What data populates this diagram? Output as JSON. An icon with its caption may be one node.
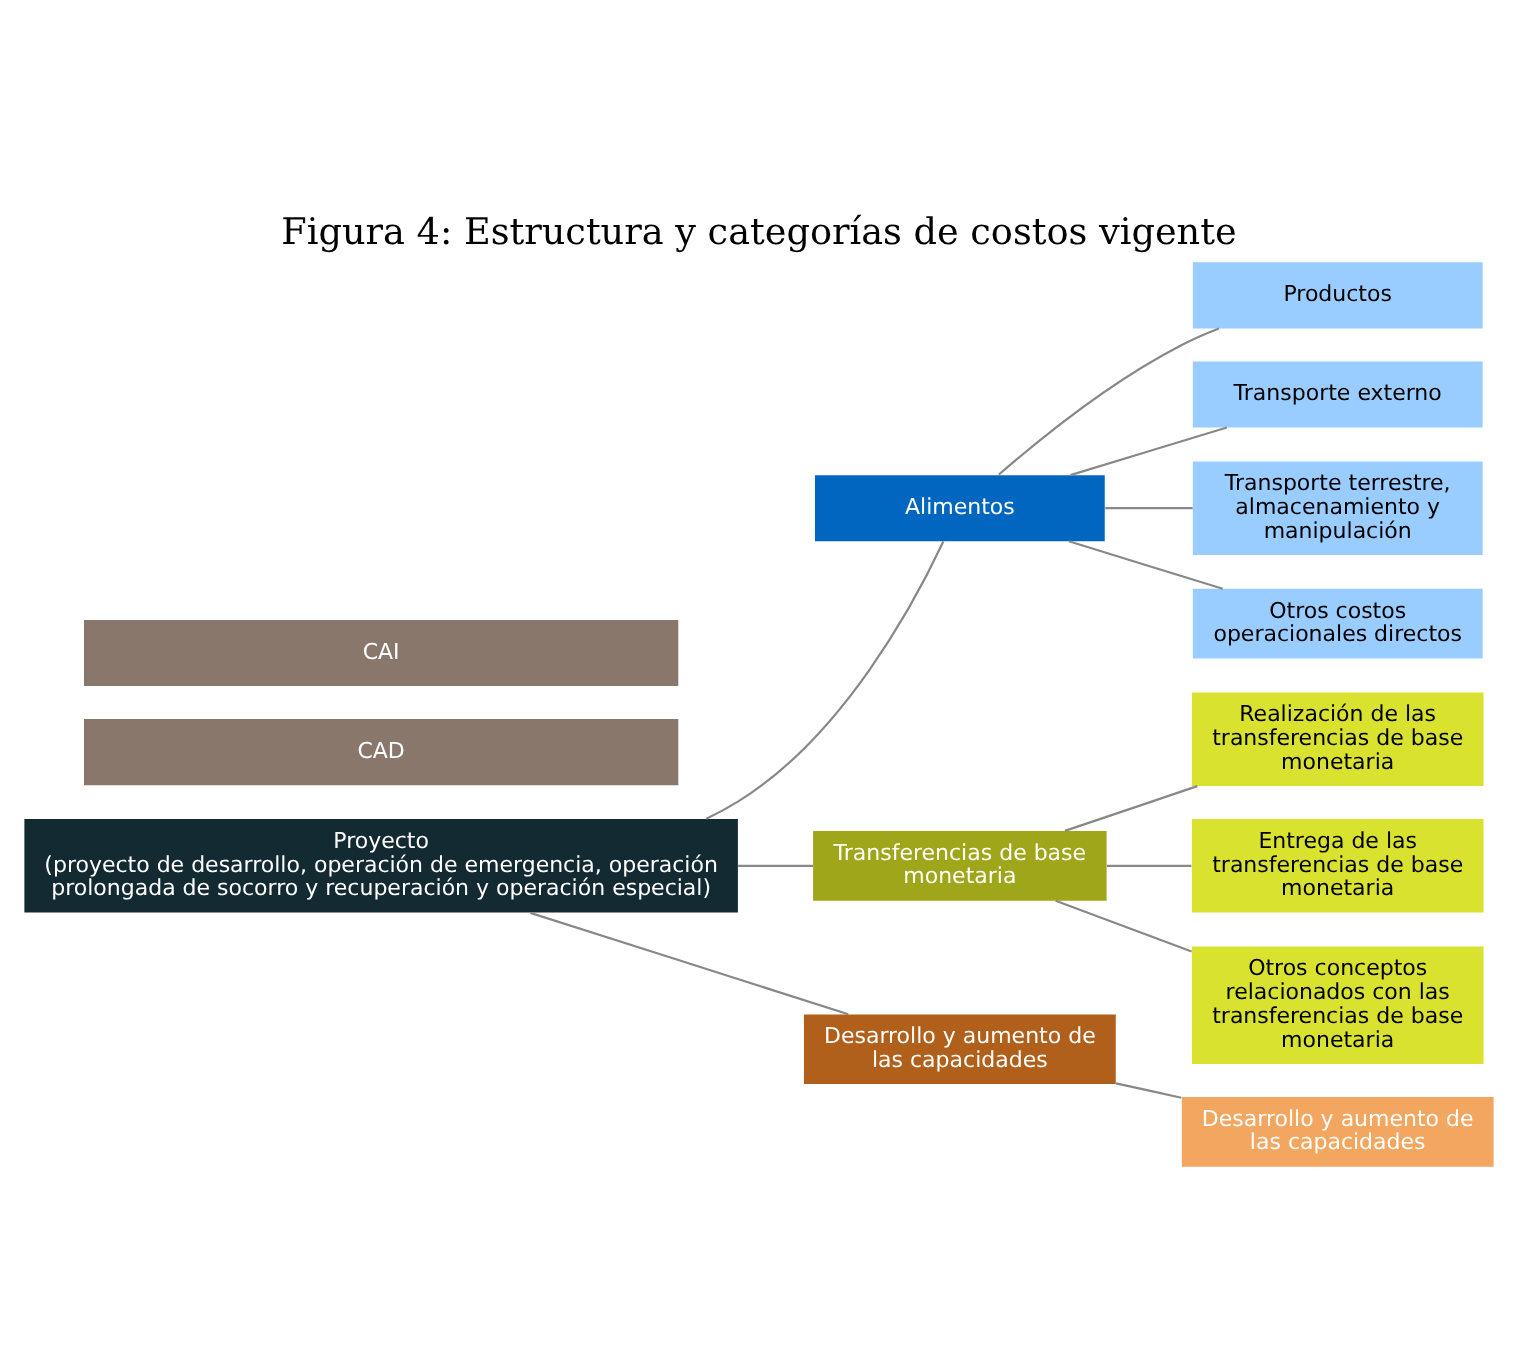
{
  "diagram": {
    "title": "Figura 4: Estructura y categorías de costos vigente",
    "nodes": [
      {
        "text": [
          "Proyecto",
          "(proyecto de desarrollo, operación de emergencia, operación prolongada de socorro y recuperación y operación especial)"
        ]
      },
      {
        "text": [
          "Alimentos"
        ]
      },
      {
        "text": [
          "Productos"
        ]
      },
      {
        "text": [
          "Transporte externo"
        ]
      },
      {
        "text": [
          "Transporte terrestre, almacenamiento y manipulación"
        ]
      },
      {
        "text": [
          "Otros costos operacionales directos"
        ]
      },
      {
        "text": [
          "Transferencias de base monetaria"
        ]
      },
      {
        "text": [
          "Realización de las transferencias de base monetaria"
        ]
      },
      {
        "text": [
          "Entrega de las transferencias de base monetaria"
        ]
      },
      {
        "text": [
          "Otros conceptos relacionados con las transferencias de base monetaria"
        ]
      },
      {
        "text": [
          "Desarrollo y aumento de las capacidades"
        ]
      },
      {
        "text": [
          "Desarrollo y aumento de las capacidades"
        ]
      },
      {
        "text": [
          "CAD"
        ]
      },
      {
        "text": [
          "CAI"
        ]
      }
    ],
    "edges": [
      {
        "from": 0,
        "to": 1,
        "arrow": "none"
      },
      {
        "from": 0,
        "to": 6,
        "arrow": "none"
      },
      {
        "from": 0,
        "to": 10,
        "arrow": "none"
      },
      {
        "from": 1,
        "to": 2,
        "arrow": "none"
      },
      {
        "from": 1,
        "to": 3,
        "arrow": "none"
      },
      {
        "from": 1,
        "to": 4,
        "arrow": "none"
      },
      {
        "from": 1,
        "to": 5,
        "arrow": "none"
      },
      {
        "from": 6,
        "to": 7,
        "arrow": "none"
      },
      {
        "from": 6,
        "to": 8,
        "arrow": "none"
      },
      {
        "from": 6,
        "to": 9,
        "arrow": "none"
      },
      {
        "from": 10,
        "to": 11,
        "arrow": "none"
      }
    ]
  }
}
